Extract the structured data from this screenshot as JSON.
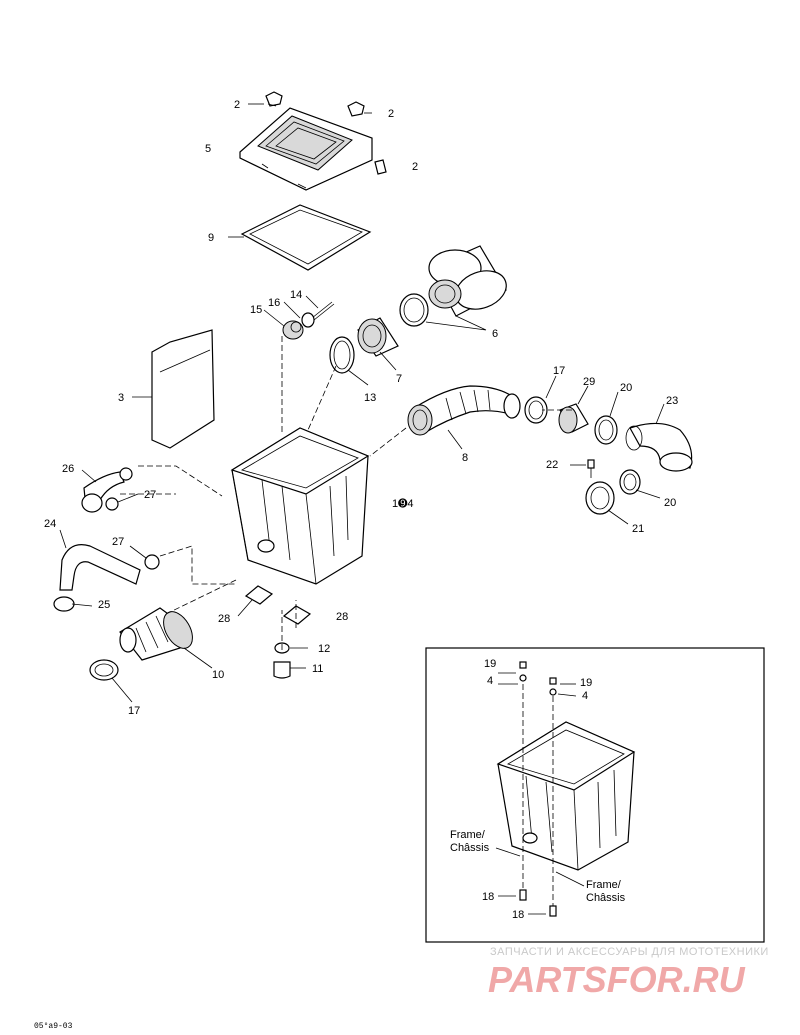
{
  "labels": {
    "l2a": "2",
    "l2b": "2",
    "l2c": "2",
    "l5": "5",
    "l9": "9",
    "l14": "14",
    "l16": "16",
    "l15": "15",
    "l6": "6",
    "l3": "3",
    "l13": "13",
    "l7": "7",
    "l8": "8",
    "l17a": "17",
    "l29": "29",
    "l20a": "20",
    "l23": "23",
    "l22": "22",
    "l20b": "20",
    "l21": "21",
    "l26": "26",
    "l27a": "27",
    "l24": "24",
    "l27b": "27",
    "l25": "25",
    "l1to4": "1➒4",
    "l28a": "28",
    "l28b": "28",
    "l12": "12",
    "l11": "11",
    "l10": "10",
    "l17b": "17"
  },
  "inset": {
    "l19a": "19",
    "l4a": "4",
    "l19b": "19",
    "l4b": "4",
    "frame_a_1": "Frame/",
    "frame_a_2": "Châssis",
    "frame_b_1": "Frame/",
    "frame_b_2": "Châssis",
    "l18a": "18",
    "l18b": "18"
  },
  "watermark": {
    "tagline": "ЗАПЧАСТИ И АКСЕССУАРЫ ДЛЯ МОТОТЕХНИКИ",
    "brand": "PARTSFOR.RU"
  },
  "drawing_code": "05°a9-03"
}
